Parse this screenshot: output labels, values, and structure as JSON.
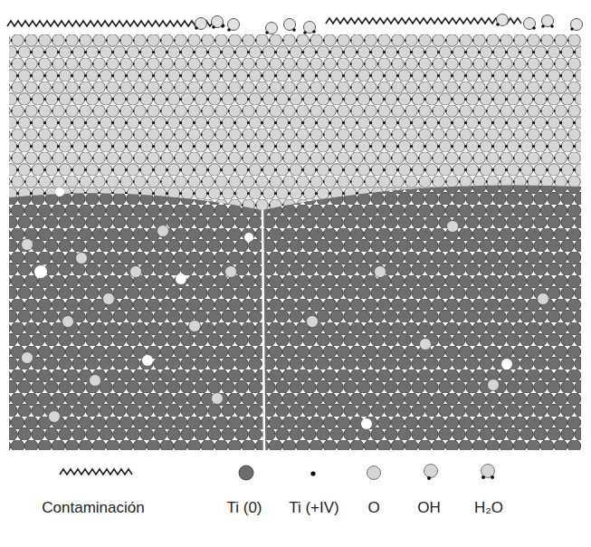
{
  "diagram": {
    "legend": [
      {
        "text": "Contaminación"
      },
      {
        "text": "Ti (0)"
      },
      {
        "text": "Ti (+IV)"
      },
      {
        "text": "O"
      },
      {
        "text": "OH"
      },
      {
        "text": "H₂O"
      }
    ]
  }
}
